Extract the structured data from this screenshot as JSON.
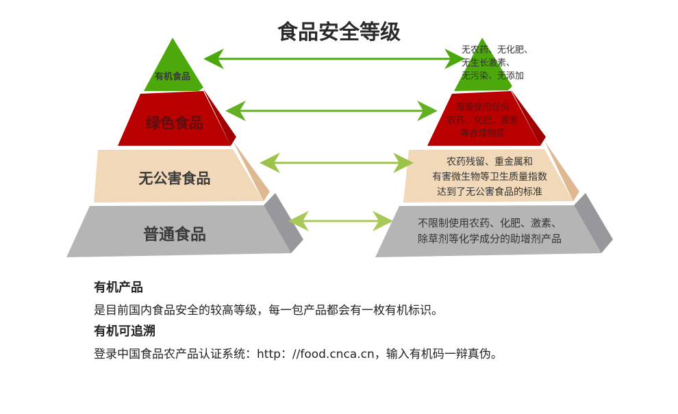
{
  "title": "食品安全等级",
  "levels": [
    {
      "name": "有机食品",
      "desc": [
        "无农药、无化肥、",
        "无生长激素、",
        "无污染、无添加"
      ],
      "color": "#4da80b"
    },
    {
      "name": "绿色食品",
      "desc": [
        "限量使用任何",
        "农药、化肥、激素",
        "等合成物质"
      ],
      "color": "#b80000"
    },
    {
      "name": "无公害食品",
      "desc": [
        "农药残留、重金属和",
        "有害微生物等卫生质量指数",
        "达到了无公害食品的标准"
      ],
      "color": "#f0d8b8"
    },
    {
      "name": "普通食品",
      "desc": [
        "不限制使用农药、化肥、激素、",
        "除草剂等化学成分的助增剂产品"
      ],
      "color": "#b5b5b5"
    }
  ],
  "notes": [
    {
      "heading": "有机产品",
      "text": "是目前国内食品安全的较高等级，每一包产品都会有一枚有机标识。"
    },
    {
      "heading": "有机可追溯",
      "text": "登录中国食品农产品认证系统：http：//food.cnca.cn，输入有机码一辩真伪。"
    }
  ]
}
